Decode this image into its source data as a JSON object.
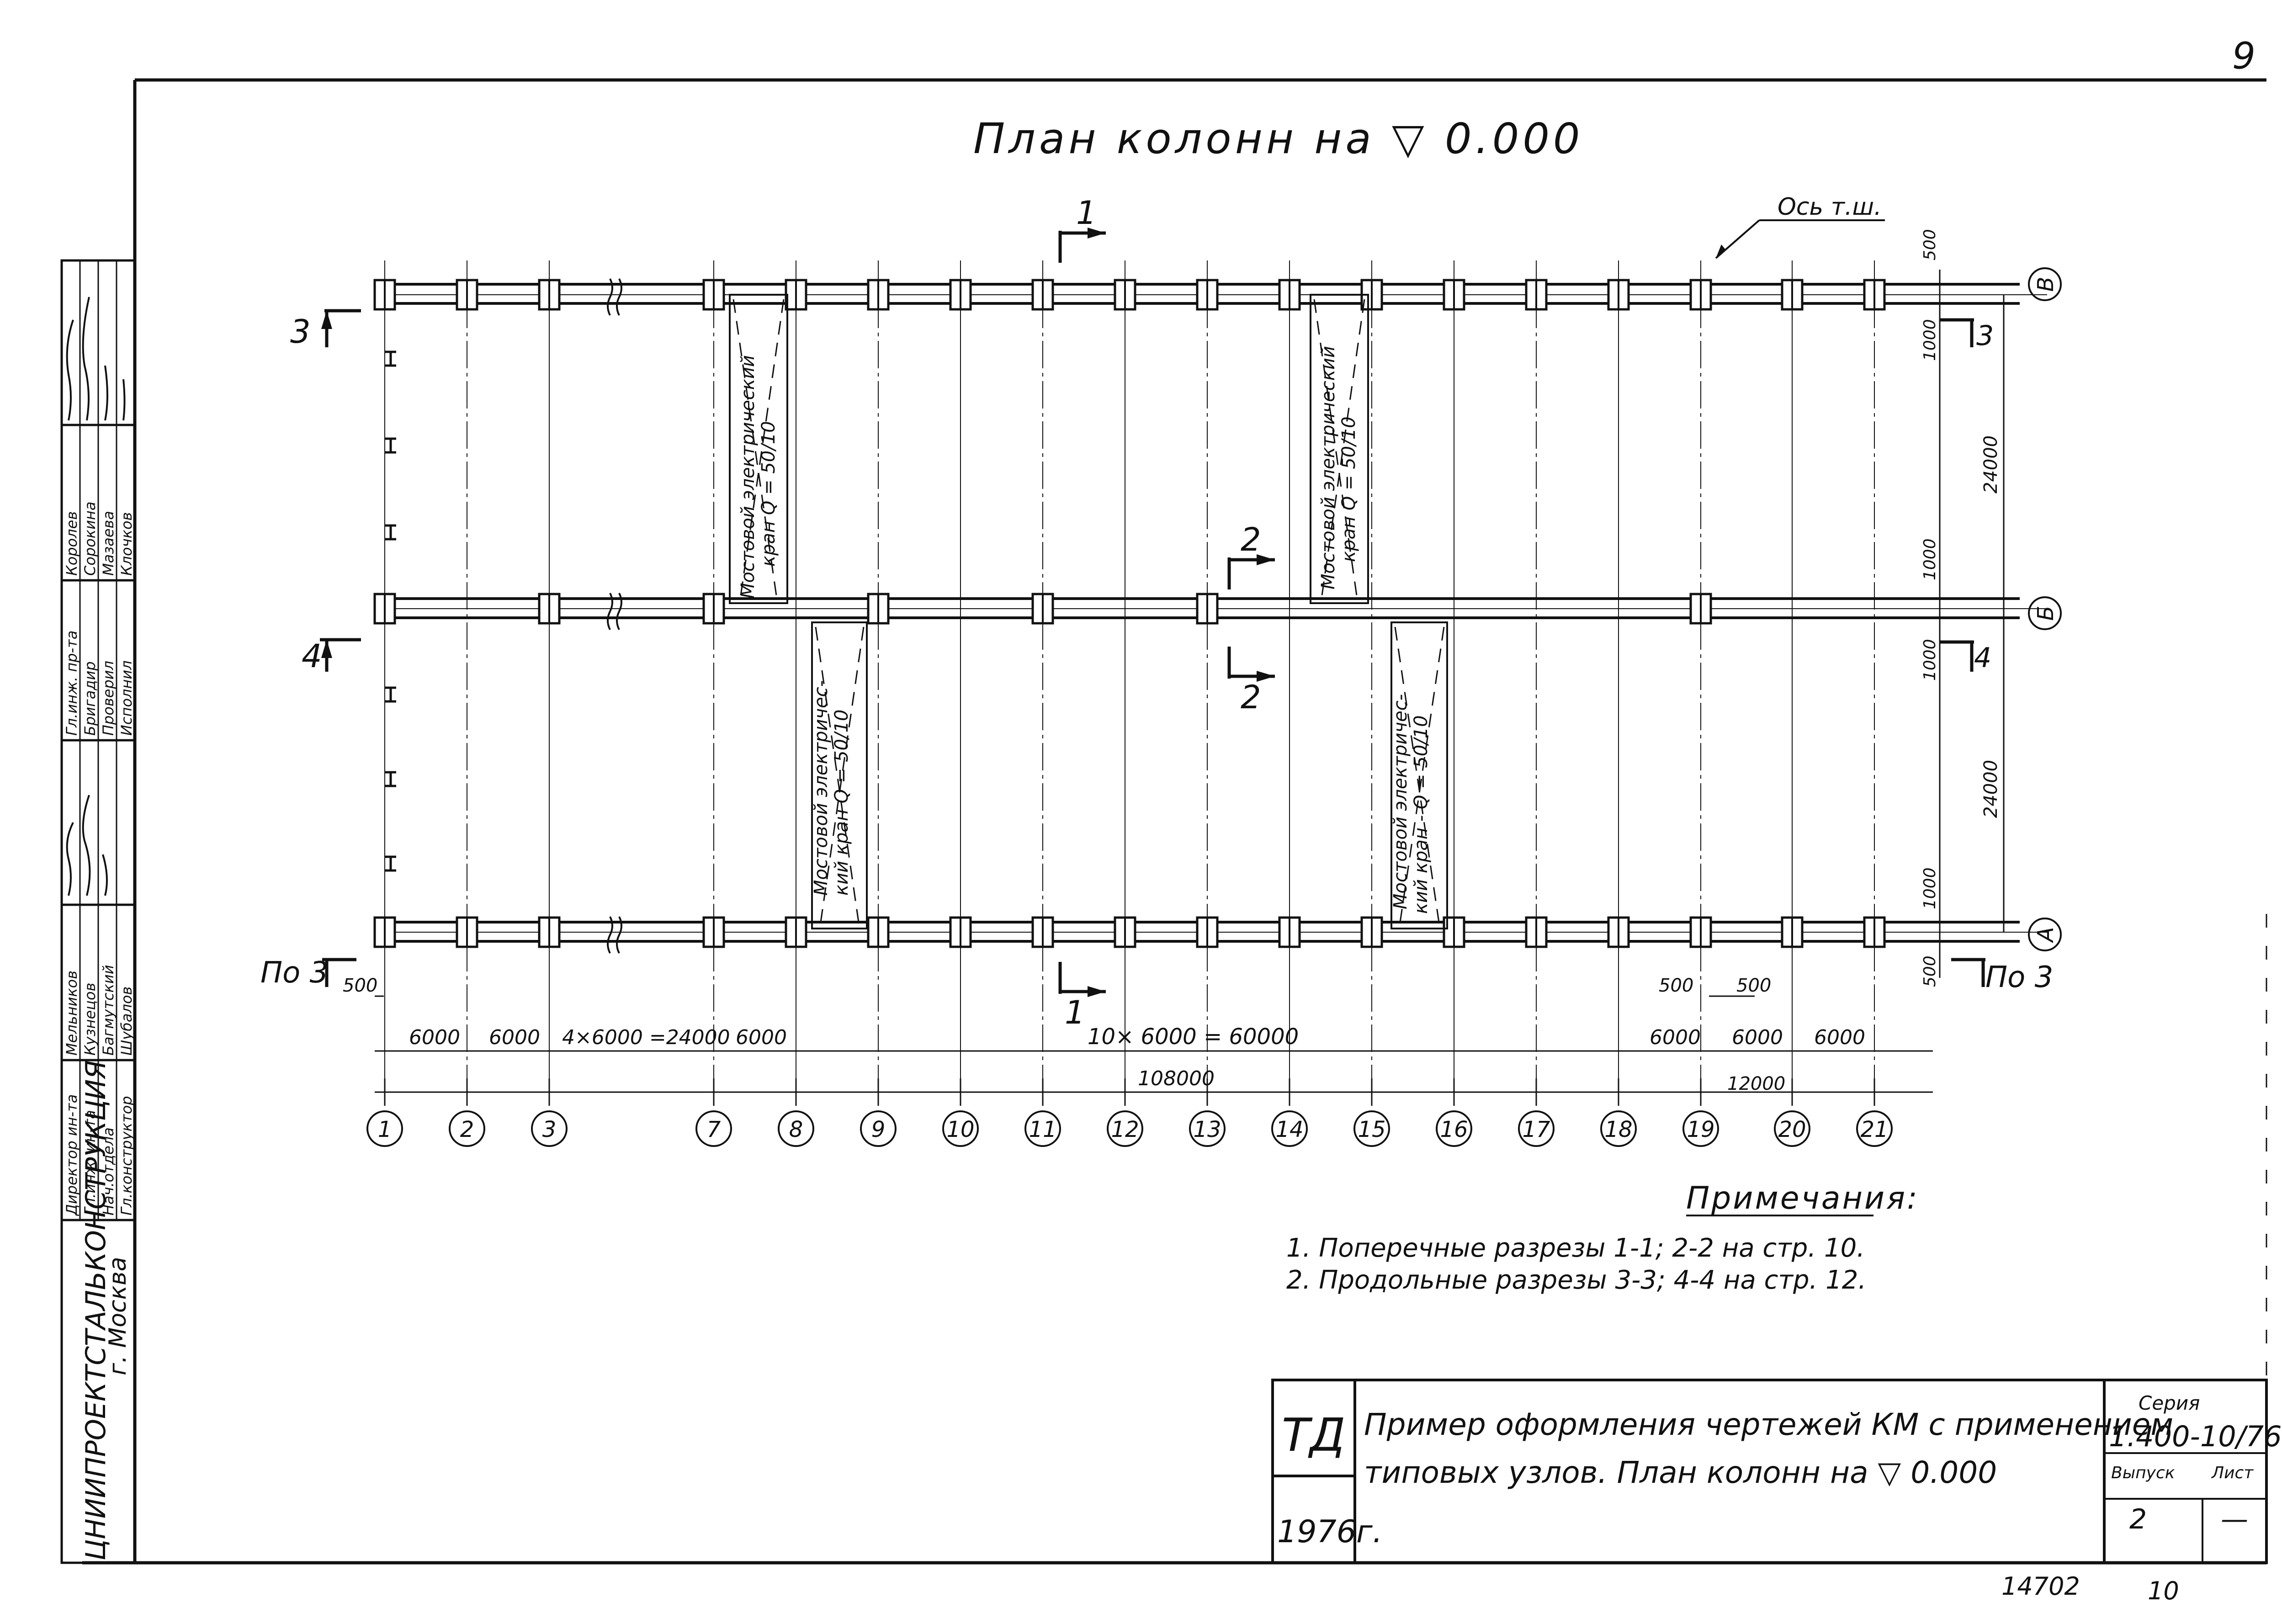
{
  "sheet_number": "9",
  "title": "План колонн на ▽ 0.000",
  "axis_label": "Ось т.ш.",
  "column_axes": [
    "1",
    "2",
    "3",
    "7",
    "8",
    "9",
    "10",
    "11",
    "12",
    "13",
    "14",
    "15",
    "16",
    "17",
    "18",
    "19",
    "20",
    "21"
  ],
  "row_axes": [
    "В",
    "Б",
    "А"
  ],
  "section_marks": {
    "s1_top": "1",
    "s1_bottom": "1",
    "s2_top": "2",
    "s2_bottom": "2",
    "s3_left": "3",
    "s3_right": "3",
    "s4_left": "4",
    "s4_right": "4",
    "po3_left": "По 3",
    "po3_right": "По 3"
  },
  "dimensions": {
    "d6000_a": "6000",
    "d6000_b": "6000",
    "d4x6000": "4×6000 =24000",
    "d6000_c": "6000",
    "d10x6000": "10× 6000  =  60000",
    "d6000_r1": "6000",
    "d6000_r2": "6000",
    "d6000_r3": "6000",
    "d108000": "108000",
    "d12000": "12000",
    "d500_left": "500",
    "d500_r1": "500",
    "d500_r2": "500",
    "v500_top": "500",
    "v1000_1": "1000",
    "v24000_1": "24000",
    "v1000_2": "1000",
    "v1000_3": "1000",
    "v24000_2": "24000",
    "v1000_4": "1000",
    "v500_bottom": "500"
  },
  "cranes": [
    {
      "label1": "Мостовой  электрический",
      "label2": "кран  Q = 50/10"
    },
    {
      "label1": "Мостовой  электрический",
      "label2": "кран  Q = 50/10"
    },
    {
      "label1": "Мостовой  электричес-",
      "label2": "кий  кран  Q = 50/10"
    },
    {
      "label1": "Мостовой  электричес-",
      "label2": "кий  кран - Q = 50/10"
    }
  ],
  "notes": {
    "heading": "Примечания:",
    "items": [
      "1.  Поперечные    разрезы  1-1; 2-2  на  стр. 10.",
      "2.  Продольные    разрезы   3-3; 4-4  на  стр. 12."
    ]
  },
  "side_block": {
    "org": "ЦНИИПРОЕКТСТАЛЬКОНСТРУКЦИЯ",
    "city": "г. Москва",
    "roles": [
      "Директор ин-та",
      "Гл.инж. ин-та",
      "Нач.отдела",
      "Гл.конструктор"
    ],
    "role_names": [
      "Мельников",
      "Кузнецов",
      "Багмутский",
      "Шубалов"
    ],
    "roles2": [
      "Гл.инж. пр-та",
      "Бригадир",
      "Проверил",
      "Исполнил"
    ],
    "role2_names": [
      "Королев",
      "Сорокина",
      "Мазаева",
      "Клочков"
    ]
  },
  "title_block": {
    "code": "ТД",
    "year": "1976г.",
    "desc_line1": "Пример оформления чертежей КМ с применением",
    "desc_line2": "типовых узлов.  План колонн  на  ▽ 0.000",
    "series_label": "Серия",
    "series_value": "1.400-10/76",
    "issue_label": "Выпуск",
    "issue_value": "2",
    "sheet_label": "Лист",
    "sheet_value": "—"
  },
  "inventory_number": "14702",
  "page_number": "10"
}
